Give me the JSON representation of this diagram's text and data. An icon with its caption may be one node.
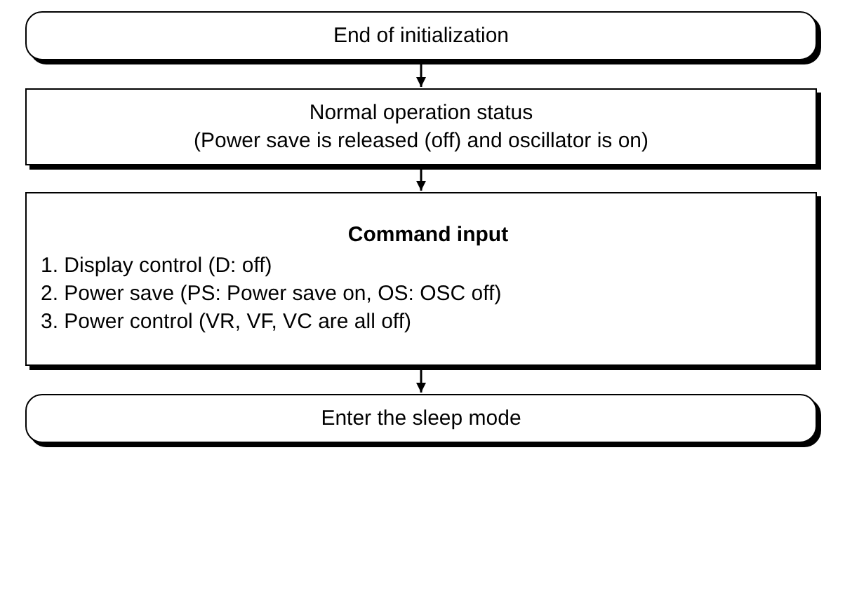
{
  "diagram": {
    "nodes": [
      {
        "text": [
          "End of initialization"
        ]
      },
      {
        "text": [
          "Normal operation status",
          "(Power save is released (off) and oscillator is on)"
        ]
      },
      {
        "text": [
          "Command input",
          "1. Display control (D: off)",
          "2. Power save (PS: Power save on, OS: OSC off)",
          "3. Power control (VR, VF, VC are all off)"
        ]
      },
      {
        "text": [
          "Enter the sleep mode"
        ]
      }
    ],
    "edges": [
      {
        "from": 0,
        "to": 1,
        "arrow": "to"
      },
      {
        "from": 1,
        "to": 2,
        "arrow": "to"
      },
      {
        "from": 2,
        "to": 3,
        "arrow": "to"
      }
    ]
  }
}
